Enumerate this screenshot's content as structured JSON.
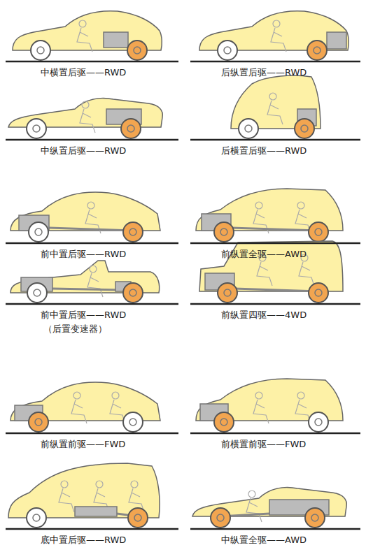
{
  "diagram": {
    "labels": [
      "中横置后驱——RWD",
      "后纵置后驱——RWD",
      "中纵置后驱——RWD",
      "后横置后驱——RWD",
      "前中置后驱——RWD",
      "前纵置全驱——AWD",
      "前中置后驱——RWD",
      "（后置变速器）",
      "前纵置四驱——4WD",
      "前纵置前驱——FWD",
      "前横置前驱——FWD",
      "底中置后驱——RWD",
      "中纵置全驱——AWD"
    ]
  }
}
